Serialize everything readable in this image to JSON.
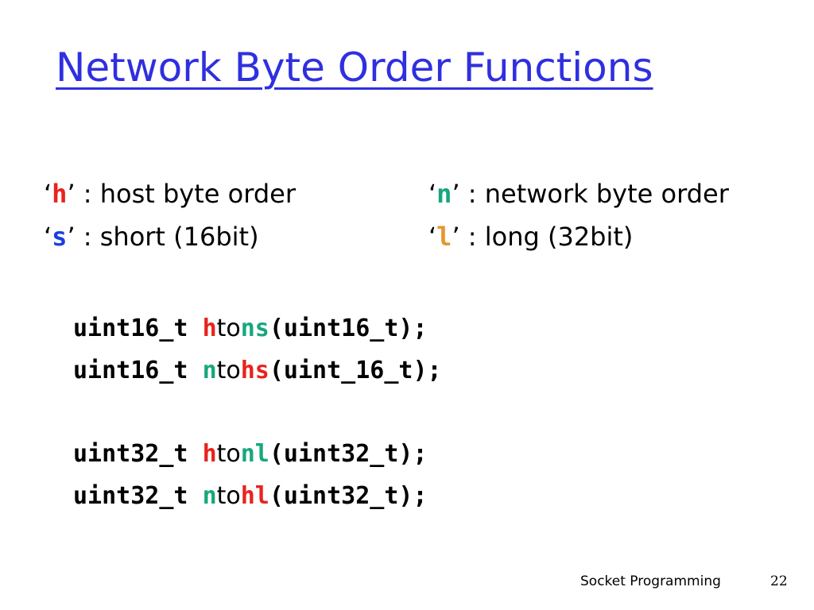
{
  "title": "Network Byte Order Functions",
  "legend": [
    [
      {
        "open": "‘",
        "key": "h",
        "color": "#e8231d",
        "close": "’",
        "desc": " : host byte order"
      },
      {
        "open": "‘",
        "key": "n",
        "color": "#16a77f",
        "close": "’",
        "desc": " : network byte order"
      }
    ],
    [
      {
        "open": "‘",
        "key": "s",
        "color": "#1a3fe0",
        "close": "’",
        "desc": " : short (16bit)"
      },
      {
        "open": "‘",
        "key": "l",
        "color": "#e6962b",
        "close": "’",
        "desc": " : long (32bit)"
      }
    ]
  ],
  "code_groups": [
    [
      {
        "type": "uint16_t ",
        "fn": [
          {
            "t": "h",
            "c": "#e8231d"
          },
          {
            "t": "to",
            "c": "#000000"
          },
          {
            "t": "ns",
            "c": "#16a77f"
          }
        ],
        "args": "(uint16_t);"
      },
      {
        "type": "uint16_t ",
        "fn": [
          {
            "t": "n",
            "c": "#16a77f"
          },
          {
            "t": "to",
            "c": "#000000"
          },
          {
            "t": "hs",
            "c": "#e8231d"
          }
        ],
        "args": "(uint_16_t);"
      }
    ],
    [
      {
        "type": "uint32_t ",
        "fn": [
          {
            "t": "h",
            "c": "#e8231d"
          },
          {
            "t": "to",
            "c": "#000000"
          },
          {
            "t": "nl",
            "c": "#16a77f"
          }
        ],
        "args": "(uint32_t);"
      },
      {
        "type": "uint32_t ",
        "fn": [
          {
            "t": "n",
            "c": "#16a77f"
          },
          {
            "t": "to",
            "c": "#000000"
          },
          {
            "t": "hl",
            "c": "#e8231d"
          }
        ],
        "args": "(uint32_t);"
      }
    ]
  ],
  "footer": {
    "label": "Socket Programming",
    "page": "22"
  }
}
